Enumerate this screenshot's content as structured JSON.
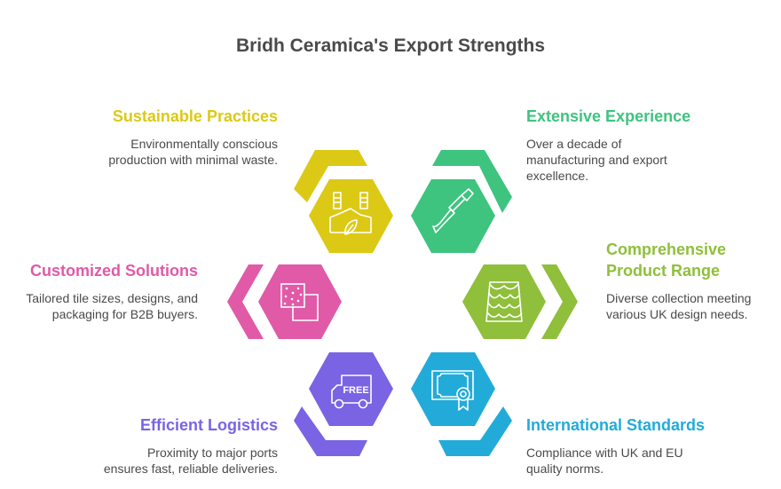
{
  "title": "Bridh Ceramica's Export Strengths",
  "colors": {
    "sustainable": "#dcc916",
    "experience": "#3ec47f",
    "customized": "#e05aa8",
    "product_range": "#8fbf3b",
    "logistics": "#7a64e3",
    "standards": "#22abd9",
    "text": "#4a4a4a"
  },
  "items": [
    {
      "title": "Sustainable Practices",
      "description_lines": [
        "Environmentally conscious",
        "production with minimal waste."
      ],
      "icon": "eco-factory-icon"
    },
    {
      "title": "Extensive Experience",
      "description_lines": [
        "Over a decade of",
        "manufacturing and export",
        "excellence."
      ],
      "icon": "chisel-icon"
    },
    {
      "title": "Customized Solutions",
      "description_lines": [
        "Tailored tile sizes, designs, and",
        "packaging for B2B buyers."
      ],
      "icon": "tile-samples-icon"
    },
    {
      "title_lines": [
        "Comprehensive",
        "Product Range"
      ],
      "description_lines": [
        "Diverse collection meeting",
        "various UK design needs."
      ],
      "icon": "roof-tiles-icon"
    },
    {
      "title": "Efficient Logistics",
      "description_lines": [
        "Proximity to major ports",
        "ensures fast, reliable deliveries."
      ],
      "icon": "free-delivery-truck-icon",
      "icon_text": "FREE"
    },
    {
      "title": "International Standards",
      "description_lines": [
        "Compliance with UK and EU",
        "quality norms."
      ],
      "icon": "certificate-icon"
    }
  ]
}
